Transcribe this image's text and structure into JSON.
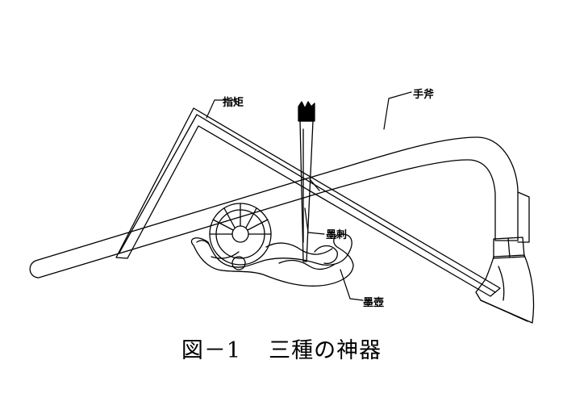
{
  "labels": {
    "sashigane": "指矩",
    "chouna": "手斧",
    "sumisashi": "墨刺",
    "sumitsubo": "墨壺"
  },
  "caption": {
    "figure_number": "図－1",
    "title": "三種の神器"
  }
}
